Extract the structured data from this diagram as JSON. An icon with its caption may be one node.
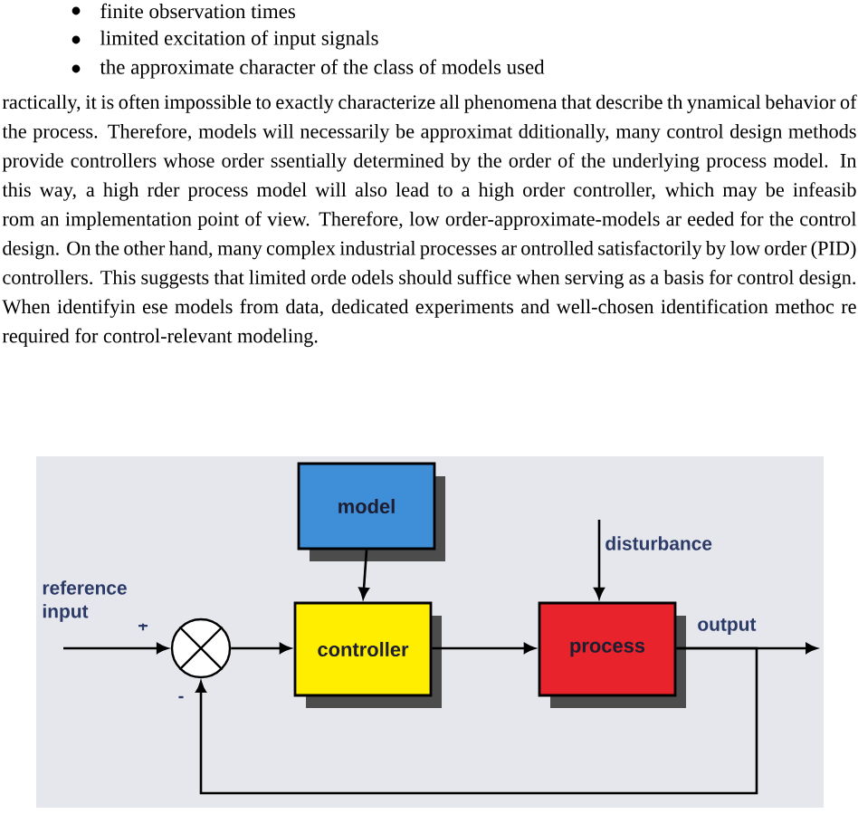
{
  "diagram": {
    "nodes": [
      {
        "text": [
          "model"
        ]
      },
      {
        "text": [
          "controller"
        ]
      },
      {
        "text": [
          "process"
        ]
      },
      {
        "text": [],
        "shape": "circle"
      }
    ],
    "edges": [
      {
        "from": 0,
        "to": 1,
        "arrow": "to"
      },
      {
        "from": null,
        "to": 3,
        "arrow": "to",
        "label": "reference input"
      },
      {
        "from": 3,
        "to": 1,
        "arrow": "to"
      },
      {
        "from": 1,
        "to": 2,
        "arrow": "to"
      },
      {
        "from": null,
        "to": 2,
        "arrow": "to",
        "label": "disturbance"
      },
      {
        "from": 2,
        "to": null,
        "arrow": "to",
        "label": "output"
      },
      {
        "from": 2,
        "to": 3,
        "arrow": "to"
      }
    ],
    "labels": [
      "finite observation times",
      "limited excitation of input signals",
      "the approximate character of the class of models used",
      "ractically, it is often impossible to exactly characterize all phenomena that describe th ynamical behavior of the process. Therefore, models will necessarily be approximat dditionally, many control design methods provide controllers whose order ssentially determined by the order of the underlying process model. In this way, a high rder process model will also lead to a high order controller, which may be infeasib rom an implementation point of view. Therefore, low order-approximate-models ar eeded for the control design. On the other hand, many complex industrial processes ar ontrolled satisfactorily by low order (PID) controllers. This suggests that limited orde odels should suffice when serving as a basis for control design. When identifyin ese models from data, dedicated experiments and well-chosen identification methoc re required for control-relevant modeling.",
      "+",
      "-"
    ]
  }
}
